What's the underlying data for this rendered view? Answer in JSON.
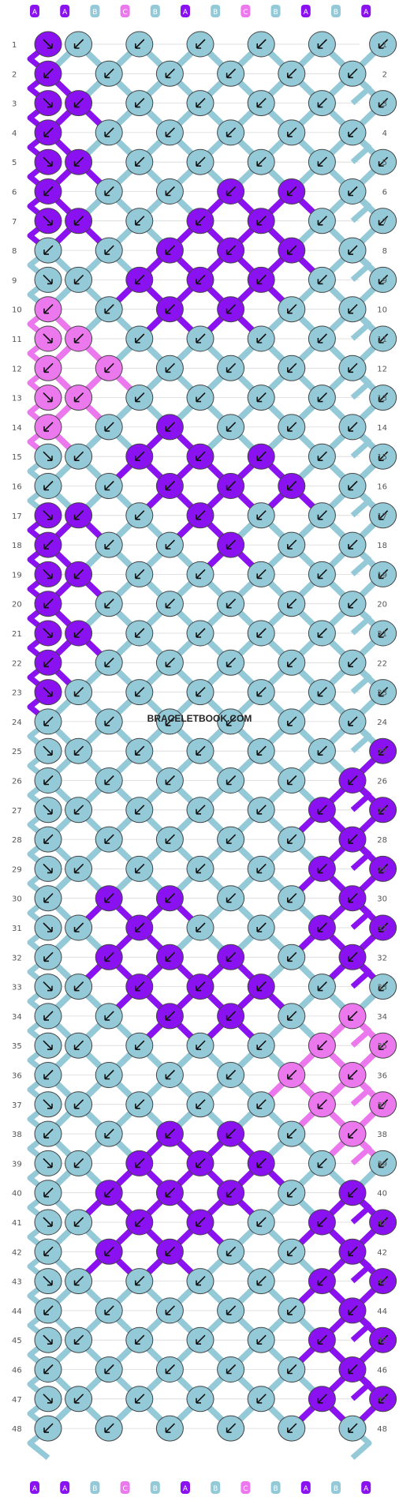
{
  "watermark": "BRACELETBOOK.COM",
  "strand_labels_top": [
    "A",
    "A",
    "B",
    "C",
    "B",
    "A",
    "B",
    "C",
    "B",
    "A",
    "B",
    "A"
  ],
  "strand_labels_bottom": [
    "A",
    "A",
    "B",
    "C",
    "B",
    "A",
    "B",
    "C",
    "B",
    "A",
    "B",
    "A"
  ],
  "row_numbers": [
    "1",
    "2",
    "3",
    "4",
    "5",
    "6",
    "7",
    "8",
    "9",
    "10",
    "11",
    "12",
    "13",
    "14",
    "15",
    "16",
    "17",
    "18",
    "19",
    "20",
    "21",
    "22",
    "23",
    "24",
    "25",
    "26",
    "27",
    "28",
    "29",
    "30",
    "31",
    "32",
    "33",
    "34",
    "35",
    "36",
    "37",
    "38",
    "39",
    "40",
    "41",
    "42",
    "43",
    "44",
    "45",
    "46",
    "47",
    "48"
  ],
  "colors": {
    "A": "#8a12f0",
    "B": "#94cad8",
    "C": "#ec78ee"
  },
  "knot_rows": [
    "AB-B-B-B-B-B",
    "A-B-B-B-B-B-",
    "AA-B-B-B-B-B",
    "A-B-B-B-B-B-",
    "AA-B-B-B-B-B",
    "A-B-B-A-A-B-",
    "AA-B-A-A-B-B",
    "B-B-A-A-A-B-",
    "BB-A-A-A-B-B",
    "C-B-A-A-B-B-",
    "CC-B-B-B-B-B",
    "C-C-B-B-B-B-",
    "CC-B-B-B-B-B",
    "C-B-A-B-B-B-",
    "BB-A-A-A-B-B",
    "B-B-A-A-A-B-",
    "AA-B-A-B-B-B",
    "A-B-B-A-B-B-",
    "AA-B-B-B-B-B",
    "A-B-B-B-B-B-",
    "AA-B-B-B-B-B",
    "A-B-B-B-B-B-",
    "AB-B-B-B-B-B",
    "B-B-B-B-B-B-",
    "BB-B-B-B-B-A",
    "B-B-B-B-B-A-",
    "BB-B-B-B-A-A",
    "B-B-B-B-B-A-",
    "BB-B-B-B-A-A",
    "B-A-A-B-B-A-",
    "BB-A-B-B-A-A",
    "B-A-A-A-B-A-",
    "BB-A-A-A-B-B",
    "B-B-A-A-B-C-",
    "BB-B-B-B-C-C",
    "B-B-B-B-C-C-",
    "BB-B-B-B-C-C",
    "B-B-A-A-B-C-",
    "BB-A-A-A-B-B",
    "B-A-A-A-B-A-",
    "BB-A-A-B-A-A",
    "B-A-A-B-B-A-",
    "BB-B-B-B-A-A",
    "B-B-B-B-B-A-",
    "BB-B-B-B-A-A",
    "B-B-B-B-B-A-",
    "BB-B-B-B-A-A",
    "B-B-B-B-B-B-"
  ]
}
